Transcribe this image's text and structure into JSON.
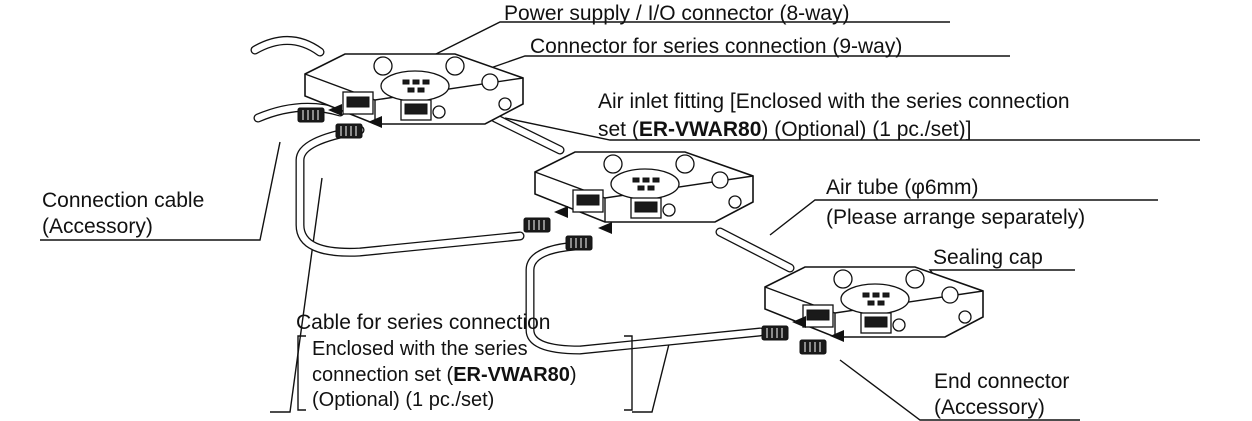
{
  "labels": {
    "power_supply": "Power supply / I/O connector (8-way)",
    "series_connector": "Connector for series connection (9-way)",
    "air_inlet_line1": "Air inlet fitting [Enclosed with the series connection",
    "air_inlet_line2_a": "set (",
    "air_inlet_line2_bold": "ER-VWAR80",
    "air_inlet_line2_b": ") (Optional) (1 pc./set)]",
    "air_tube_line1": "Air tube (φ6mm)",
    "air_tube_line2": "(Please arrange separately)",
    "sealing_cap": "Sealing cap",
    "connection_cable_line1": "Connection cable",
    "connection_cable_line2": "(Accessory)",
    "series_cable_title": "Cable for series connection",
    "series_cable_line1": "Enclosed with the series",
    "series_cable_line2_a": "connection set (",
    "series_cable_line2_bold": "ER-VWAR80",
    "series_cable_line2_b": ")",
    "series_cable_line3": "(Optional) (1 pc./set)",
    "end_connector_line1": "End connector",
    "end_connector_line2": "(Accessory)"
  },
  "icons": {
    "unit": "ionizer-unit-illustration",
    "tube": "air-tube-illustration",
    "plug": "cable-plug-illustration"
  }
}
